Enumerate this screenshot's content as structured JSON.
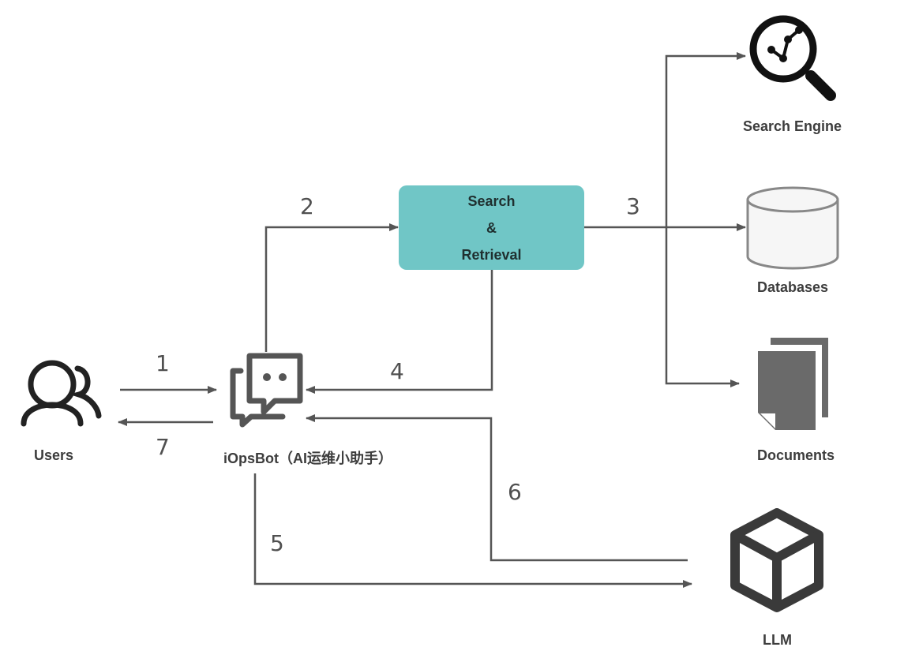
{
  "nodes": {
    "users": "Users",
    "bot": "iOpsBot（AI运维小助手）",
    "search_box": [
      "Search",
      "&",
      "Retrieval"
    ],
    "search_engine": "Search Engine",
    "databases": "Databases",
    "documents": "Documents",
    "llm": "LLM"
  },
  "edges": [
    {
      "label": "1",
      "from": "Users",
      "to": "iOpsBot"
    },
    {
      "label": "2",
      "from": "iOpsBot",
      "to": "Search & Retrieval"
    },
    {
      "label": "3",
      "from": "Search & Retrieval",
      "to": "Search Engine / Databases / Documents"
    },
    {
      "label": "4",
      "from": "Search & Retrieval",
      "to": "iOpsBot"
    },
    {
      "label": "5",
      "from": "iOpsBot",
      "to": "LLM"
    },
    {
      "label": "6",
      "from": "LLM",
      "to": "iOpsBot"
    },
    {
      "label": "7",
      "from": "iOpsBot",
      "to": "Users"
    }
  ],
  "colors": {
    "box_fill": "#70c6c6",
    "line": "#555555",
    "icon": "#4a4a4a"
  }
}
